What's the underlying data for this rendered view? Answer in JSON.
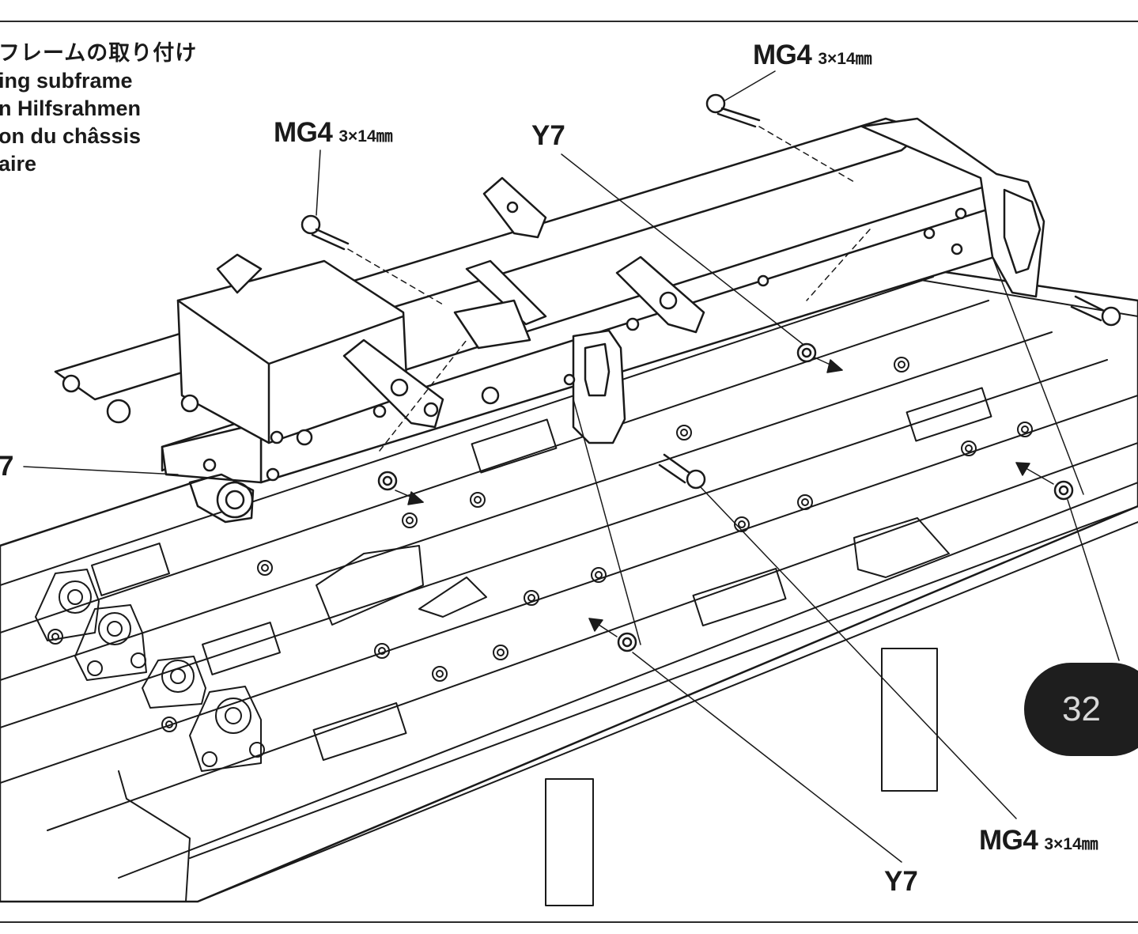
{
  "instructions": {
    "jp": "フレームの取り付け",
    "en": "ing subframe",
    "de": "n Hilfsrahmen",
    "fr": "on du châssis",
    "fr2": "aire"
  },
  "callouts": {
    "mg4_top_left": {
      "part": "MG4",
      "size": "3×14㎜"
    },
    "mg4_top_right": {
      "part": "MG4",
      "size": "3×14㎜"
    },
    "mg4_bottom_right": {
      "part": "MG4",
      "size": "3×14㎜"
    },
    "y7_top": "Y7",
    "y7_left": "7",
    "y7_bottom": "Y7"
  },
  "page_number": "32",
  "colors": {
    "ink": "#1a1a1a",
    "badge": "#1e1e1e",
    "badge_text": "#d9d9d9"
  }
}
